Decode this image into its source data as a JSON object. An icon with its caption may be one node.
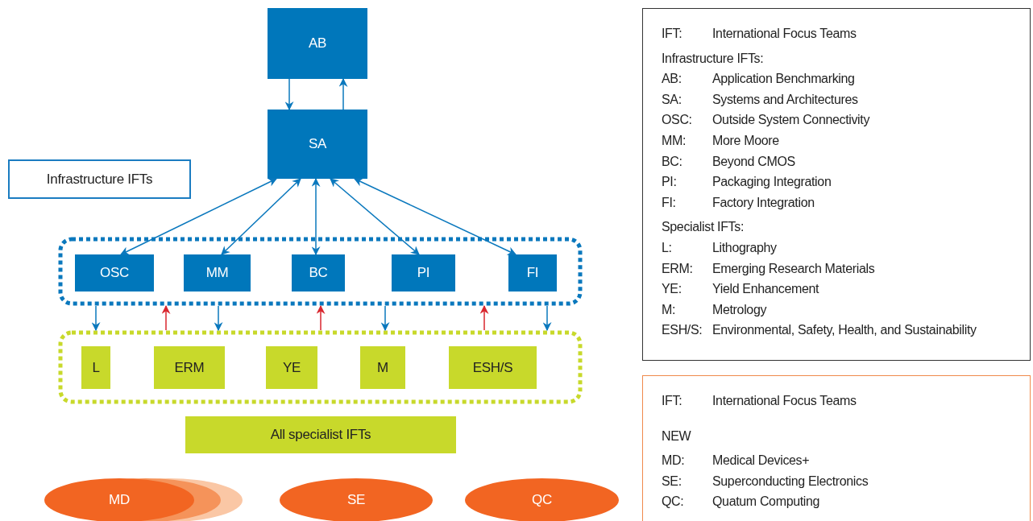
{
  "diagram": {
    "nodes": [
      {
        "text": [
          "AB"
        ]
      },
      {
        "text": [
          "SA"
        ]
      },
      {
        "text": [
          "Infrastructure IFTs"
        ]
      },
      {
        "text": [],
        "shape": "box"
      },
      {
        "text": [
          "OSC"
        ],
        "in": 3
      },
      {
        "text": [
          "MM"
        ],
        "in": 3
      },
      {
        "text": [
          "BC"
        ],
        "in": 3
      },
      {
        "text": [
          "PI"
        ],
        "in": 3
      },
      {
        "text": [
          "FI"
        ],
        "in": 3
      },
      {
        "text": [],
        "shape": "box"
      },
      {
        "text": [
          "L"
        ],
        "in": 9
      },
      {
        "text": [
          "ERM"
        ],
        "in": 9
      },
      {
        "text": [
          "YE"
        ],
        "in": 9
      },
      {
        "text": [
          "M"
        ],
        "in": 9
      },
      {
        "text": [
          "ESH/S"
        ],
        "in": 9
      },
      {
        "text": [
          "All specialist IFTs"
        ]
      },
      {
        "text": [
          "MD"
        ]
      },
      {
        "text": [
          "SE"
        ]
      },
      {
        "text": [
          "QC"
        ]
      },
      {
        "text": [
          "IFT:",
          "International Focus Teams",
          "Infrastructure IFTs:",
          "AB:",
          "Application Benchmarking",
          "SA:",
          "Systems and Architectures",
          "OSC:",
          "Outside System Connectivity",
          "MM:",
          "More Moore",
          "BC:",
          "Beyond CMOS",
          "PI:",
          "Packaging Integration",
          "FI:",
          "Factory Integration",
          "Specialist IFTs:",
          "L:",
          "Lithography",
          "ERM:",
          "Emerging Research Materials",
          "YE:",
          "Yield Enhancement",
          "M:",
          "Metrology",
          "ESH/S:",
          "Environmental, Safety, Health, and Sustainability"
        ]
      },
      {
        "text": [
          "IFT:",
          "International Focus Teams",
          "NEW",
          "MD:",
          "Medical Devices+",
          "SE:",
          "Superconducting Electronics",
          "QC:",
          "Quatum Computing"
        ]
      }
    ],
    "edges": [
      {
        "from": 0,
        "to": 1,
        "arrow": "to"
      },
      {
        "from": 1,
        "to": 0,
        "arrow": "to"
      },
      {
        "from": 1,
        "to": 4,
        "arrow": "both"
      },
      {
        "from": 1,
        "to": 5,
        "arrow": "both"
      },
      {
        "from": 1,
        "to": 6,
        "arrow": "both"
      },
      {
        "from": 1,
        "to": 7,
        "arrow": "both"
      },
      {
        "from": 1,
        "to": 8,
        "arrow": "both"
      },
      {
        "from": 3,
        "to": 9,
        "arrow": "to"
      },
      {
        "from": 9,
        "to": 3,
        "arrow": "to",
        "color": "#d9262e"
      },
      {
        "from": 3,
        "to": 9,
        "arrow": "to"
      },
      {
        "from": 9,
        "to": 3,
        "arrow": "to",
        "color": "#d9262e"
      },
      {
        "from": 3,
        "to": 9,
        "arrow": "to"
      },
      {
        "from": 9,
        "to": 3,
        "arrow": "to",
        "color": "#d9262e"
      },
      {
        "from": 3,
        "to": 9,
        "arrow": "to"
      }
    ]
  }
}
